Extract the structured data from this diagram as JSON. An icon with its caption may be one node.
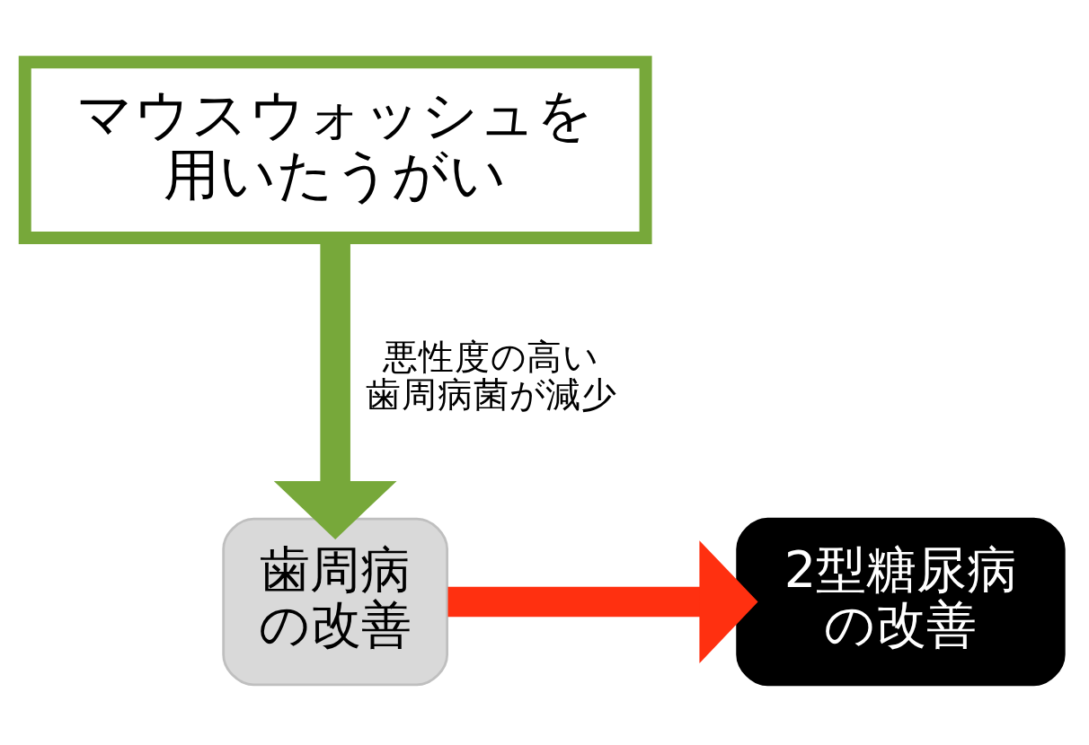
{
  "diagram": {
    "nodes": [
      {
        "text": [
          "マウスウォッシュを用いたうがい"
        ]
      },
      {
        "text": [
          "歯周病の改善"
        ]
      },
      {
        "text": [
          "2型糖尿病の改善"
        ]
      }
    ],
    "edges": [
      {
        "from": 0,
        "to": 1,
        "arrow": "to",
        "label": "悪性度の高い歯周病菌が減少",
        "color": "#77a83a"
      },
      {
        "from": 1,
        "to": 2,
        "arrow": "to",
        "color": "#ff3010"
      }
    ]
  }
}
